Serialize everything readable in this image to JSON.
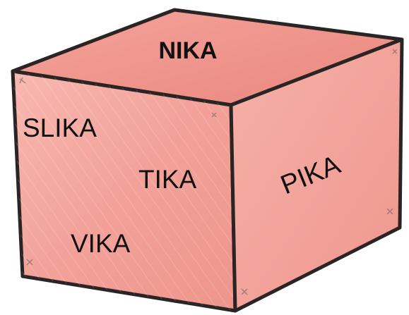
{
  "box": {
    "top_label": "NIKA",
    "front_labels": [
      "SLIKA",
      "TIKA",
      "VIKA"
    ],
    "side_label": "PIKA"
  },
  "colors": {
    "top_face": "#ef938a",
    "front_face": "#f3a69f",
    "side_face": "#f29d95",
    "outline": "#2b2424",
    "text": "#111111"
  }
}
